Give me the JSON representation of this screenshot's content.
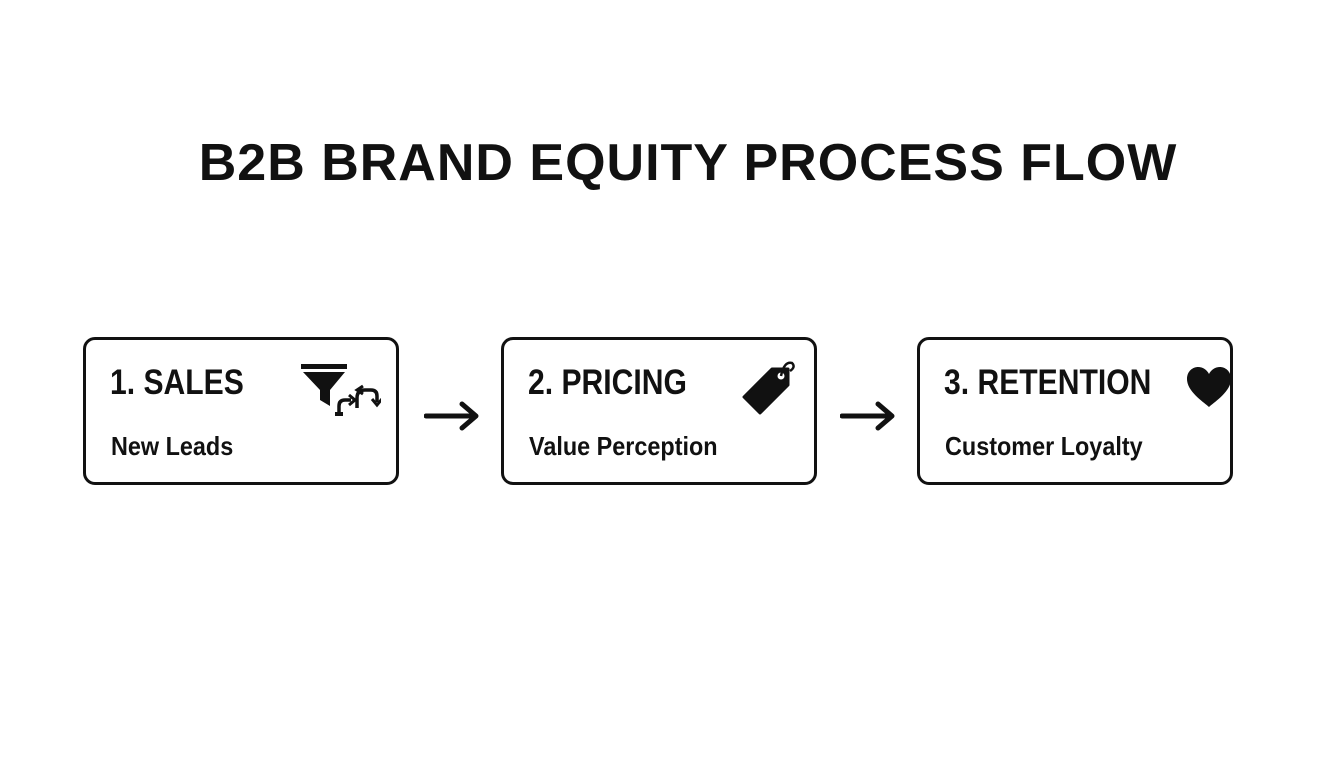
{
  "title": "B2B BRAND EQUITY PROCESS FLOW",
  "steps": [
    {
      "title": "1. SALES",
      "subtitle": "New Leads",
      "icon": "funnel-icon"
    },
    {
      "title": "2. PRICING",
      "subtitle": "Value Perception",
      "icon": "price-tag-icon"
    },
    {
      "title": "3. RETENTION",
      "subtitle": "Customer Loyalty",
      "icon": "heart-icon"
    }
  ],
  "colors": {
    "ink": "#111111",
    "background": "#ffffff"
  }
}
